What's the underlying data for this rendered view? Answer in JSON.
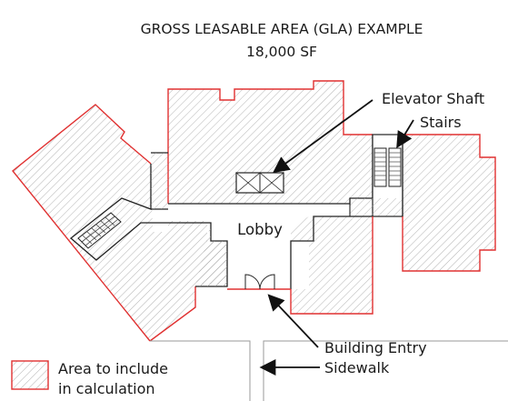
{
  "title": {
    "line1": "GROSS LEASABLE AREA (GLA) EXAMPLE",
    "line2": "18,000 SF"
  },
  "labels": {
    "elevator_shaft": "Elevator Shaft",
    "stairs": "Stairs",
    "lobby": "Lobby",
    "building_entry": "Building Entry",
    "sidewalk": "Sidewalk"
  },
  "legend": {
    "line1": "Area to include",
    "line2": "in calculation"
  },
  "colors": {
    "gla_outline": "#e03131",
    "wall": "#222222",
    "hatch": "#9a9a9a",
    "text": "#1a1a1a",
    "sidewalk_line": "#9a9a9a"
  }
}
